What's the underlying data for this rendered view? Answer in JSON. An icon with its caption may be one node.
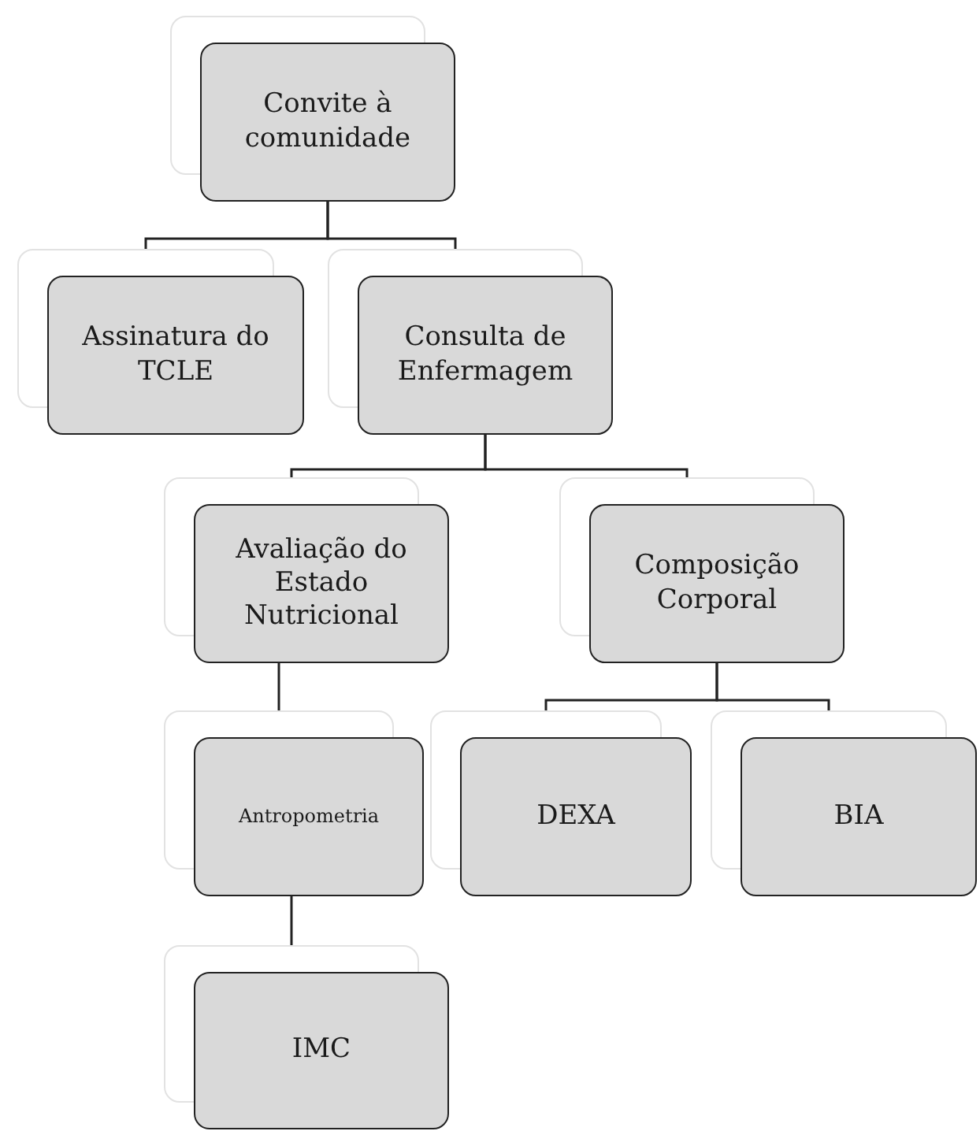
{
  "diagram": {
    "nodes": [
      {
        "text": [
          "Convite à comunidade"
        ]
      },
      {
        "text": [
          "Assinatura do TCLE"
        ]
      },
      {
        "text": [
          "Consulta de Enfermagem"
        ]
      },
      {
        "text": [
          "Avaliação do Estado Nutricional"
        ]
      },
      {
        "text": [
          "Composição Corporal"
        ]
      },
      {
        "text": [
          "Antropometria"
        ]
      },
      {
        "text": [
          "IMC"
        ]
      },
      {
        "text": [
          "DEXA"
        ]
      },
      {
        "text": [
          "BIA"
        ]
      }
    ],
    "edges": [
      {
        "from": 0,
        "to": 1,
        "arrow": "none"
      },
      {
        "from": 0,
        "to": 2,
        "arrow": "none"
      },
      {
        "from": 2,
        "to": 3,
        "arrow": "none"
      },
      {
        "from": 2,
        "to": 4,
        "arrow": "none"
      },
      {
        "from": 3,
        "to": 5,
        "arrow": "none"
      },
      {
        "from": 5,
        "to": 6,
        "arrow": "none"
      },
      {
        "from": 4,
        "to": 7,
        "arrow": "none"
      },
      {
        "from": 4,
        "to": 8,
        "arrow": "none"
      }
    ]
  }
}
